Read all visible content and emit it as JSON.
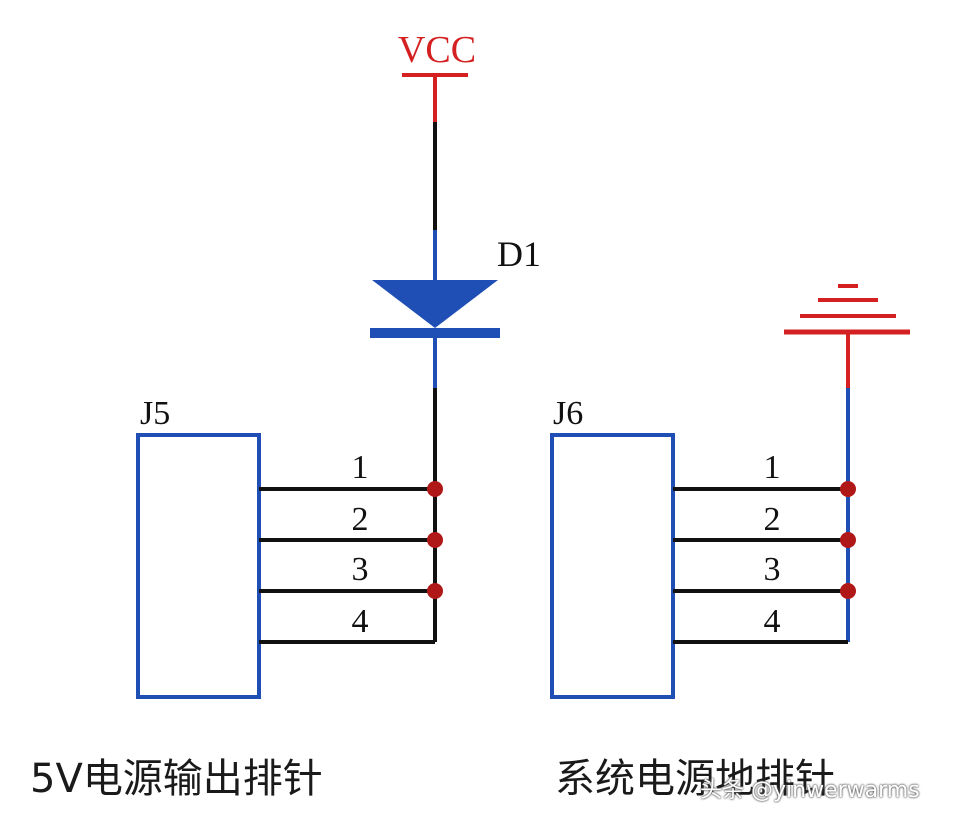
{
  "labels": {
    "vcc": "VCC",
    "diode": "D1",
    "connector_left": "J5",
    "connector_right": "J6",
    "pins": [
      "1",
      "2",
      "3",
      "4"
    ]
  },
  "captions": {
    "left": "5V电源输出排针",
    "right": "系统电源地排针"
  },
  "watermark": "头条 @yinwerwarms",
  "colors": {
    "wire": "#111111",
    "component": "#1f4fb4",
    "power": "#d42020",
    "junction": "#b01818"
  }
}
